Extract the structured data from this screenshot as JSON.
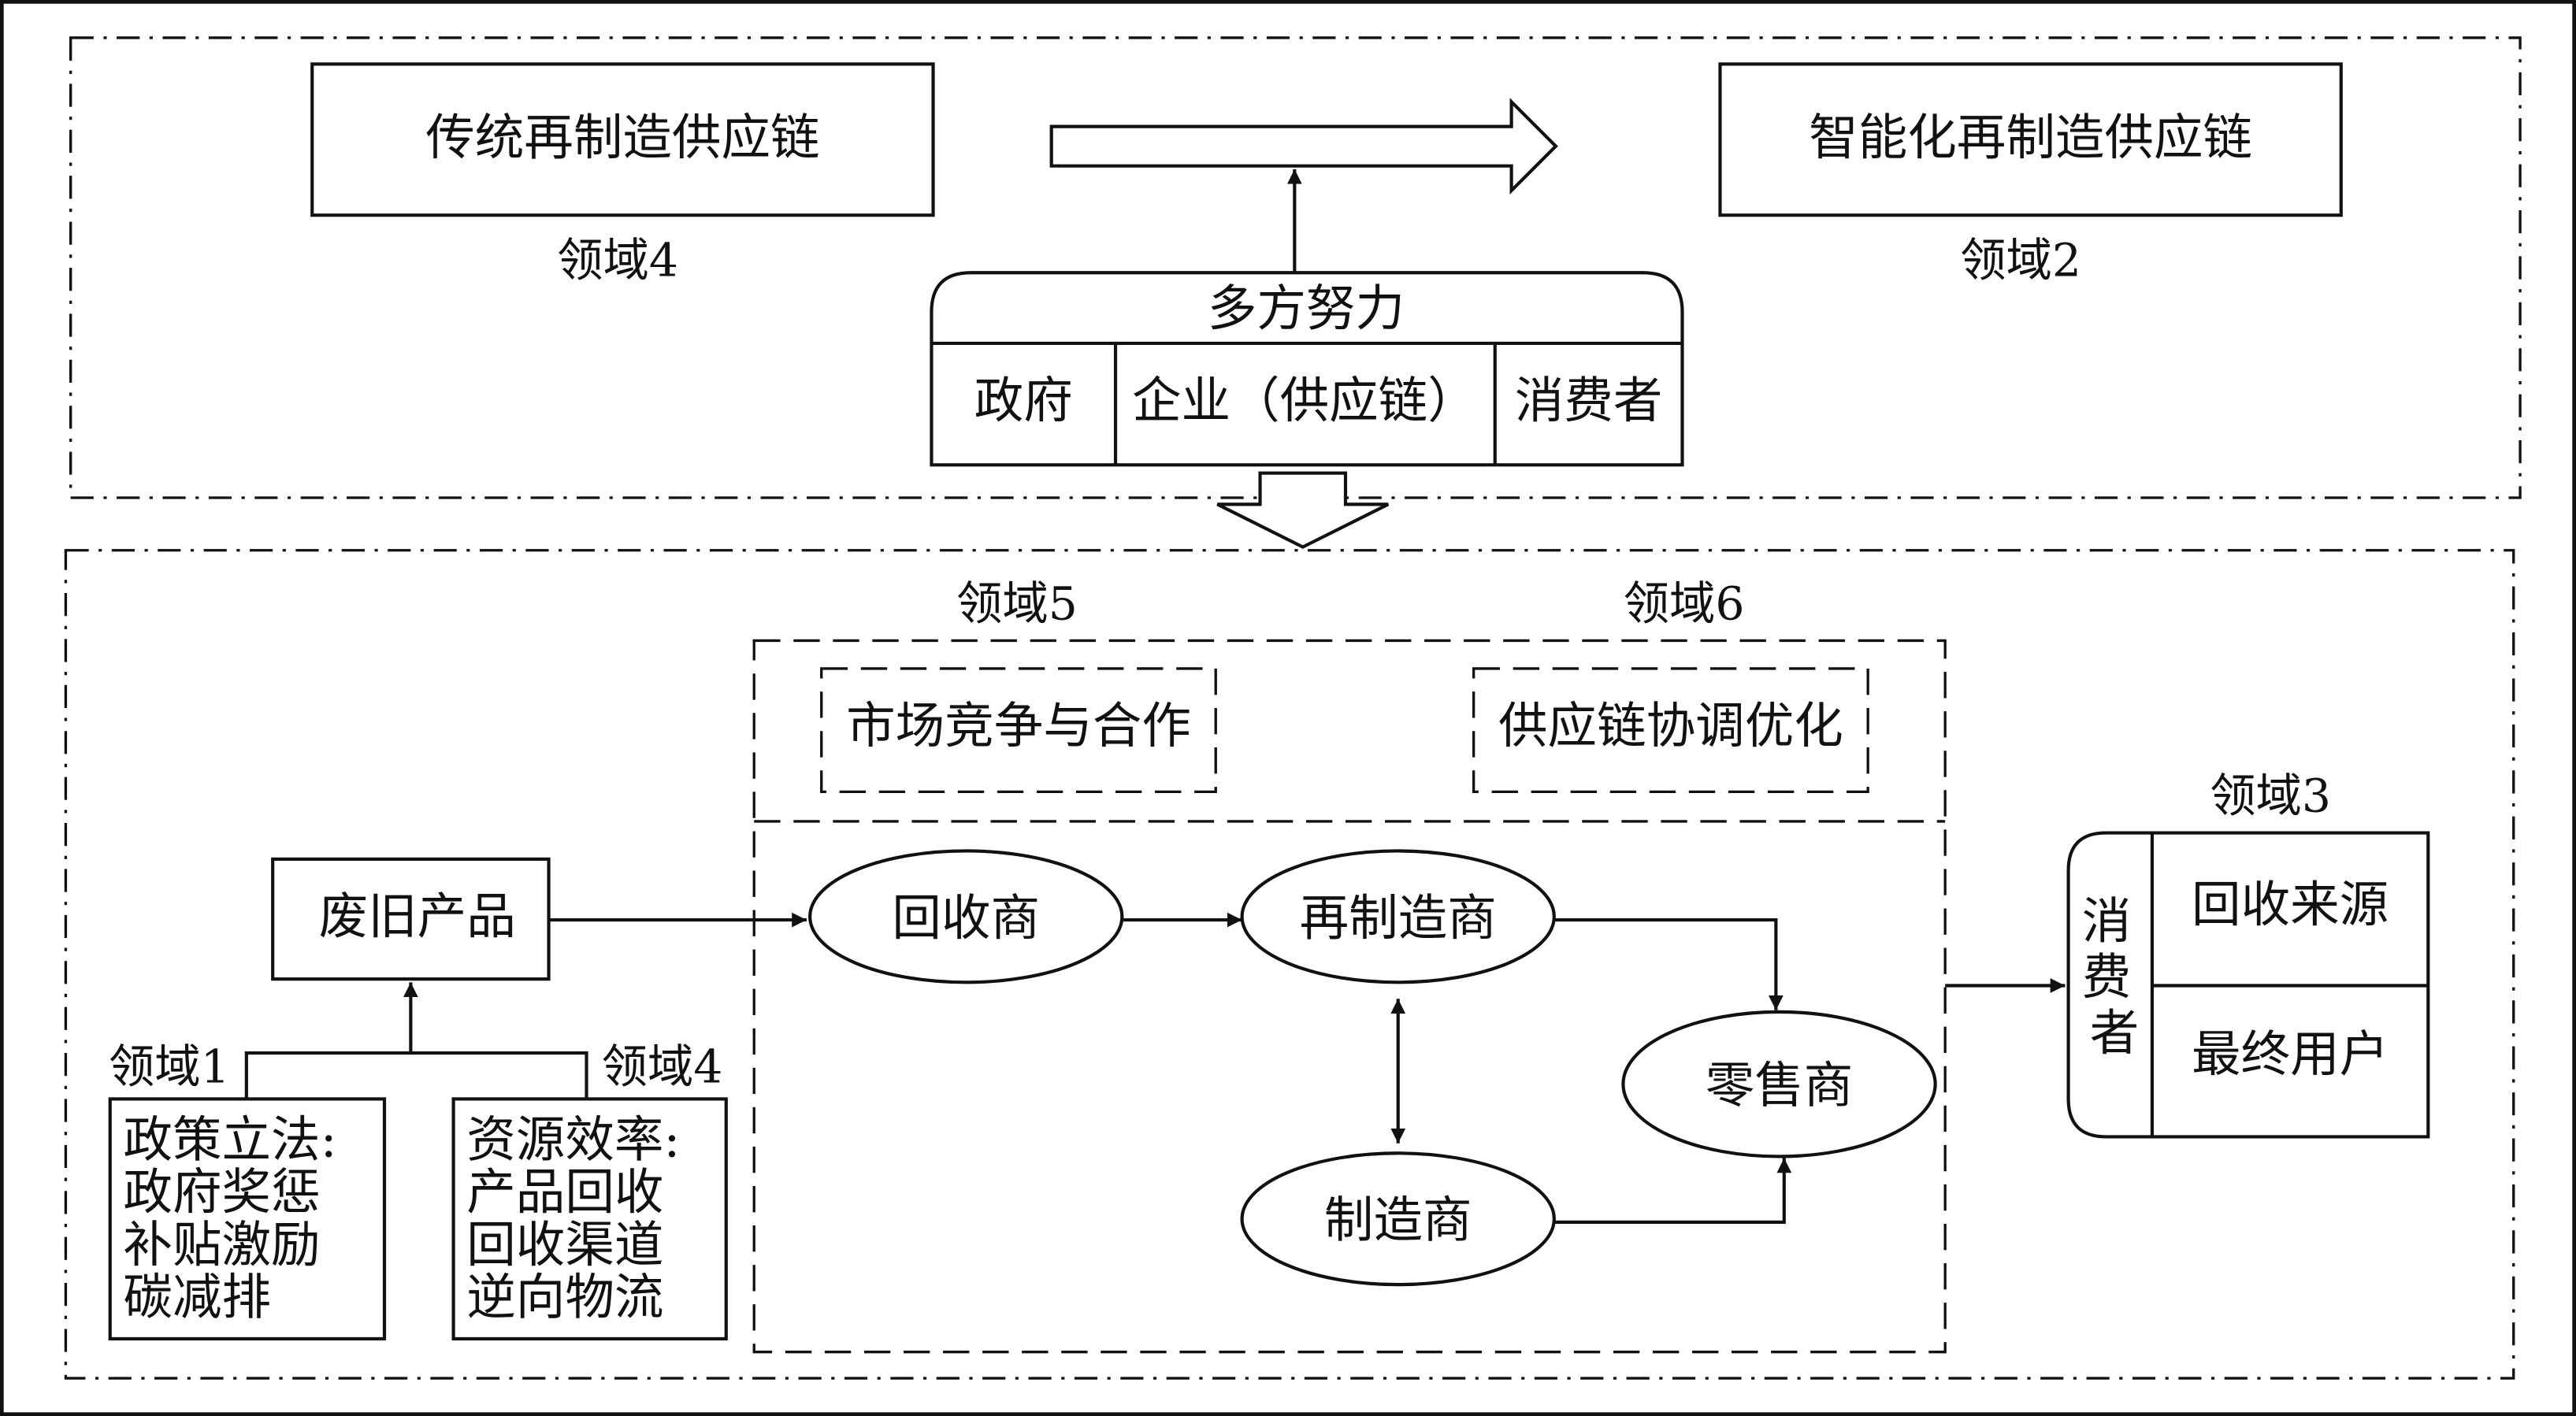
{
  "top_panel": {
    "traditional_box": "传统再制造供应链",
    "traditional_label": "领域4",
    "intelligent_box": "智能化再制造供应链",
    "intelligent_label": "领域2",
    "efforts": {
      "title": "多方努力",
      "cells": [
        "政府",
        "企业（供应链）",
        "消费者"
      ]
    }
  },
  "bottom_panel": {
    "domain5_label": "领域5",
    "domain6_label": "领域6",
    "market_box": "市场竞争与合作",
    "coordination_box": "供应链协调优化",
    "waste_product": "废旧产品",
    "domain1_label": "领域1",
    "domain4_label": "领域4",
    "policy_lines": [
      "政策立法:",
      "政府奖惩",
      "补贴激励",
      "碳减排"
    ],
    "resource_lines": [
      "资源效率:",
      "产品回收",
      "回收渠道",
      "逆向物流"
    ],
    "nodes": {
      "recycler": "回收商",
      "remanufacturer": "再制造商",
      "manufacturer": "制造商",
      "retailer": "零售商"
    },
    "domain3_label": "领域3",
    "consumer": {
      "title": "消费者",
      "rows": [
        "回收来源",
        "最终用户"
      ]
    }
  }
}
